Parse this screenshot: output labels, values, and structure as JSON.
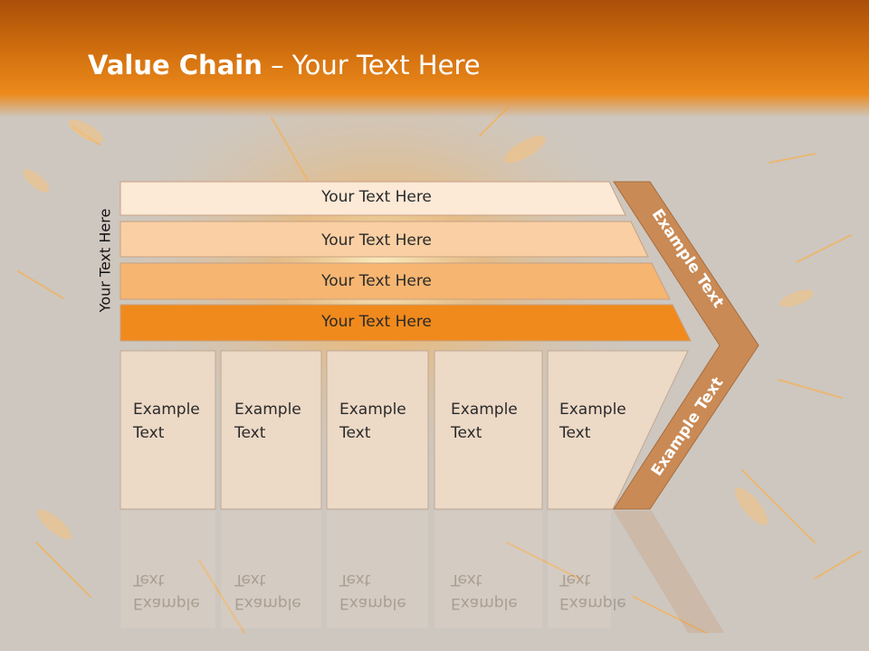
{
  "title": {
    "bold": "Value Chain",
    "rest": " – Your Text Here"
  },
  "side_label": "Your Text Here",
  "rows": [
    {
      "label": "Your Text Here",
      "fill": "#fce9d6"
    },
    {
      "label": "Your Text Here",
      "fill": "#f9cfa3"
    },
    {
      "label": "Your Text Here",
      "fill": "#f6b571"
    },
    {
      "label": "Your Text Here",
      "fill": "#f08a1c"
    }
  ],
  "columns": [
    {
      "line1": "Example",
      "line2": "Text"
    },
    {
      "line1": "Example",
      "line2": "Text"
    },
    {
      "line1": "Example",
      "line2": "Text"
    },
    {
      "line1": "Example",
      "line2": "Text"
    },
    {
      "line1": "Example",
      "line2": "Text"
    }
  ],
  "chevron": {
    "top_label": "Example Text",
    "bottom_label": "Example Text",
    "fill": "#c98a55"
  },
  "colors": {
    "header": "#d2700f",
    "column_fill": "#ecd9c6",
    "column_stroke": "#bfa994"
  }
}
